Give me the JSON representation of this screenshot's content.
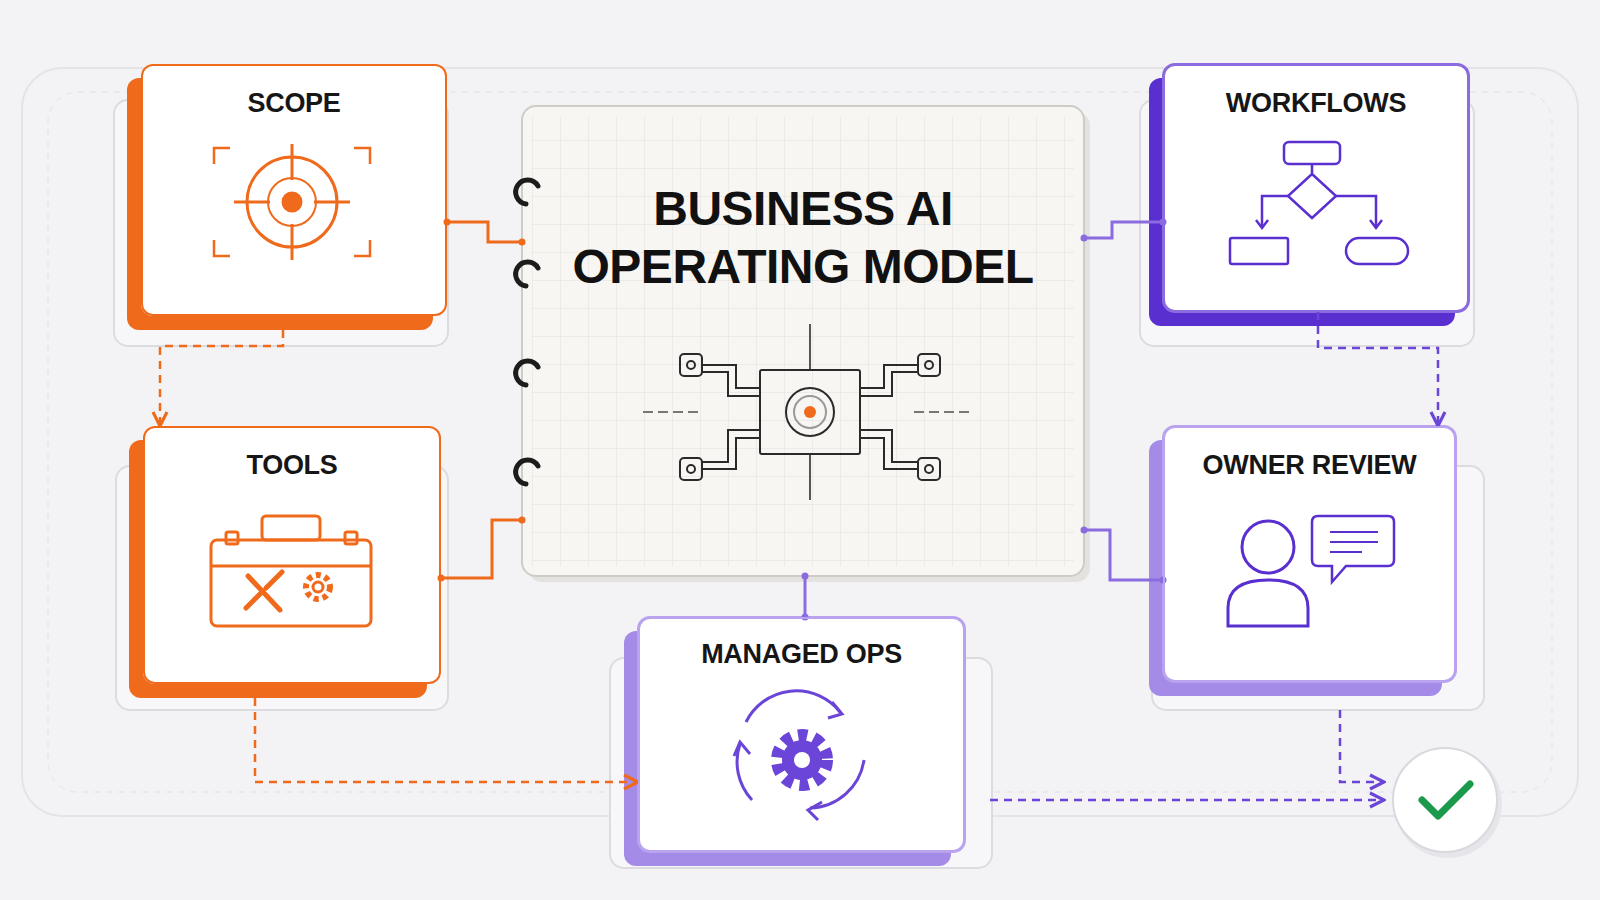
{
  "diagram": {
    "nodes": [
      {
        "text": [
          "SCOPE"
        ]
      },
      {
        "text": [
          "BUSINESS AI OPERATING MODEL"
        ]
      },
      {
        "text": [
          "WORKFLOWS"
        ]
      },
      {
        "text": [
          "TOOLS"
        ]
      },
      {
        "text": [
          "OWNER REVIEW"
        ]
      },
      {
        "text": [
          "MANAGED OPS"
        ]
      }
    ],
    "edges": [
      {
        "from": 0,
        "to": 1,
        "arrow": "none"
      },
      {
        "from": 3,
        "to": 1,
        "arrow": "none"
      },
      {
        "from": 2,
        "to": 1,
        "arrow": "none"
      },
      {
        "from": 4,
        "to": 1,
        "arrow": "none"
      },
      {
        "from": 5,
        "to": 1,
        "arrow": "none"
      },
      {
        "from": 0,
        "to": 3,
        "arrow": "to"
      },
      {
        "from": 3,
        "to": 5,
        "arrow": "to"
      },
      {
        "from": 2,
        "to": 4,
        "arrow": "to"
      }
    ]
  }
}
